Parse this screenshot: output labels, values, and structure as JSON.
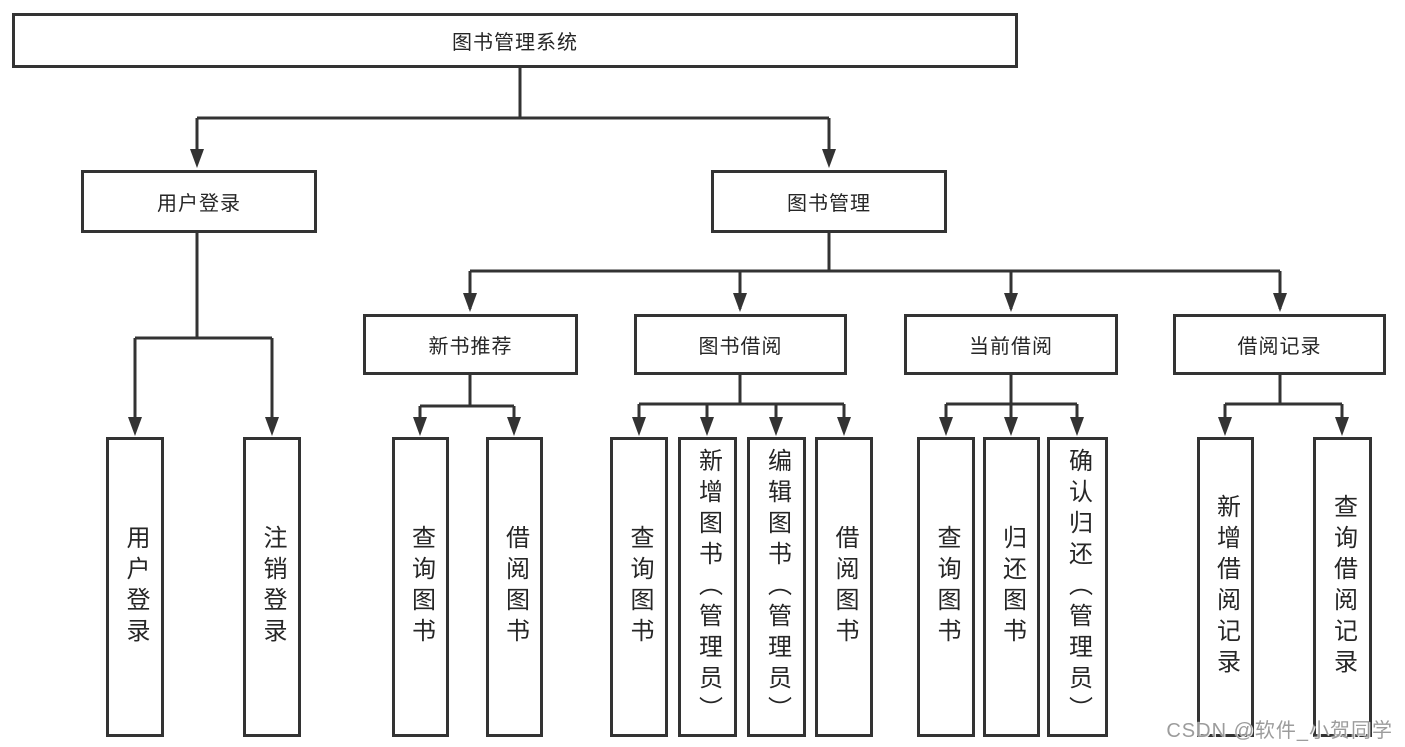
{
  "diagram": {
    "title": "图书管理系统",
    "root": {
      "label": "图书管理系统"
    },
    "branches": [
      {
        "id": "user-login",
        "label": "用户登录"
      },
      {
        "id": "book-management",
        "label": "图书管理"
      }
    ],
    "modules": [
      {
        "id": "new-book-recommend",
        "label": "新书推荐",
        "parent": "图书管理"
      },
      {
        "id": "book-borrow",
        "label": "图书借阅",
        "parent": "图书管理"
      },
      {
        "id": "current-borrow",
        "label": "当前借阅",
        "parent": "图书管理"
      },
      {
        "id": "borrow-records",
        "label": "借阅记录",
        "parent": "图书管理"
      }
    ],
    "leaves": [
      {
        "label": "用户登录",
        "parent": "用户登录"
      },
      {
        "label": "注销登录",
        "parent": "用户登录"
      },
      {
        "label": "查询图书",
        "parent": "新书推荐"
      },
      {
        "label": "借阅图书",
        "parent": "新书推荐"
      },
      {
        "label": "查询图书",
        "parent": "图书借阅"
      },
      {
        "label": "新增图书（管理员）",
        "parent": "图书借阅"
      },
      {
        "label": "编辑图书（管理员）",
        "parent": "图书借阅"
      },
      {
        "label": "借阅图书",
        "parent": "图书借阅"
      },
      {
        "label": "查询图书",
        "parent": "当前借阅"
      },
      {
        "label": "归还图书",
        "parent": "当前借阅"
      },
      {
        "label": "确认归还（管理员）",
        "parent": "当前借阅"
      },
      {
        "label": "新增借阅记录",
        "parent": "借阅记录"
      },
      {
        "label": "查询借阅记录",
        "parent": "借阅记录"
      }
    ],
    "colors": {
      "line": "#333333",
      "text": "#262626",
      "background": "#ffffff",
      "watermark": "#9c9c9c"
    }
  },
  "watermark": {
    "text": "CSDN @软件_小贺同学"
  }
}
